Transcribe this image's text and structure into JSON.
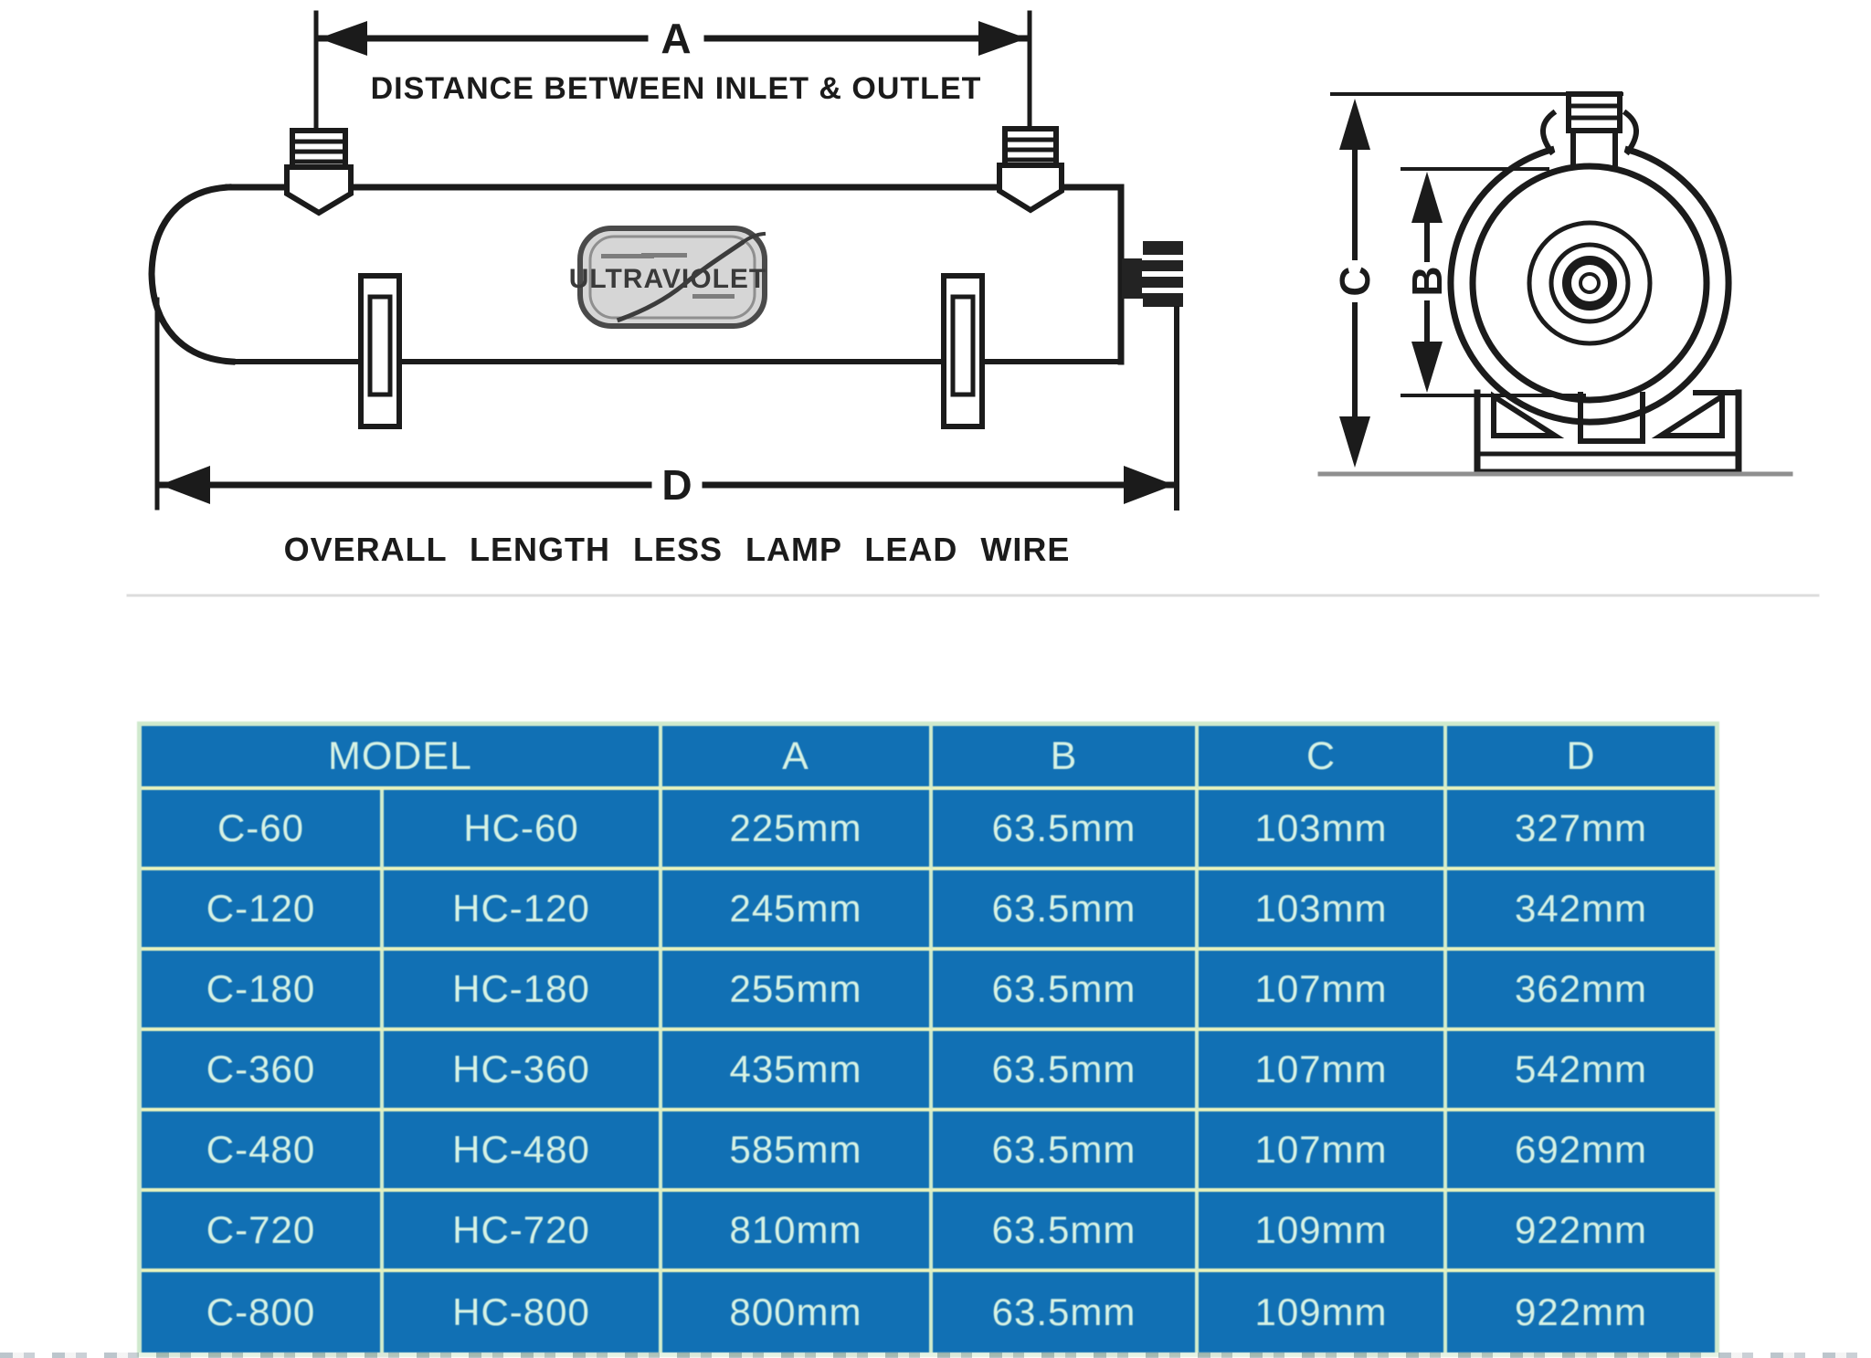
{
  "diagram": {
    "dim_a_label": "A",
    "dim_a_caption": "DISTANCE BETWEEN INLET & OUTLET",
    "dim_d_label": "D",
    "dim_d_caption": "OVERALL LENGTH LESS LAMP LEAD WIRE",
    "dim_b_label": "B",
    "dim_c_label": "C",
    "vessel_label": "ULTRAVIOLET"
  },
  "table": {
    "headers": {
      "model": "MODEL",
      "a": "A",
      "b": "B",
      "c": "C",
      "d": "D"
    },
    "rows": [
      {
        "model_c": "C-60",
        "model_hc": "HC-60",
        "a": "225mm",
        "b": "63.5mm",
        "c": "103mm",
        "d": "327mm"
      },
      {
        "model_c": "C-120",
        "model_hc": "HC-120",
        "a": "245mm",
        "b": "63.5mm",
        "c": "103mm",
        "d": "342mm"
      },
      {
        "model_c": "C-180",
        "model_hc": "HC-180",
        "a": "255mm",
        "b": "63.5mm",
        "c": "107mm",
        "d": "362mm"
      },
      {
        "model_c": "C-360",
        "model_hc": "HC-360",
        "a": "435mm",
        "b": "63.5mm",
        "c": "107mm",
        "d": "542mm"
      },
      {
        "model_c": "C-480",
        "model_hc": "HC-480",
        "a": "585mm",
        "b": "63.5mm",
        "c": "107mm",
        "d": "692mm"
      },
      {
        "model_c": "C-720",
        "model_hc": "HC-720",
        "a": "810mm",
        "b": "63.5mm",
        "c": "109mm",
        "d": "922mm"
      },
      {
        "model_c": "C-800",
        "model_hc": "HC-800",
        "a": "800mm",
        "b": "63.5mm",
        "c": "109mm",
        "d": "922mm"
      }
    ],
    "colors": {
      "cell_bg": "#1170b4",
      "grid_line": "#e9f3bd",
      "text": "#d6f2e4",
      "ink": "#1b1b1b"
    }
  }
}
